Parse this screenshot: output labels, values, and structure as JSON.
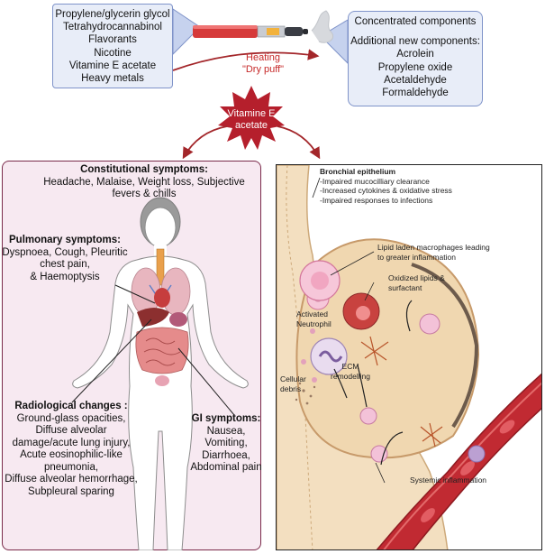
{
  "ingredients": [
    "Propylene/glycerin glycol",
    "Tetrahydrocannabinol",
    "Flavorants",
    "Nicotine",
    "Vitamine E acetate",
    "Heavy metals"
  ],
  "components": {
    "header": "Concentrated components",
    "subheader": "Additional new components:",
    "items": [
      "Acrolein",
      "Propylene oxide",
      "Acetaldehyde",
      "Formaldehyde"
    ]
  },
  "heating": {
    "line1": "Heating",
    "line2": "\"Dry puff\""
  },
  "vitamin_burst": {
    "line1": "Vitamine E",
    "line2": "acetate"
  },
  "constitutional": {
    "title": "Constitutional symptoms:",
    "lines": [
      "Headache, Malaise, Weight loss, Subjective",
      "fevers & chills"
    ]
  },
  "pulmonary": {
    "title": "Pulmonary symptoms:",
    "lines": [
      "Dyspnoea, Cough,  Pleuritic",
      "chest pain,",
      "& Haemoptysis"
    ]
  },
  "radiological": {
    "title": "Radiological changes :",
    "lines": [
      "Ground-glass opacities,",
      "Diffuse alveolar",
      "damage/acute lung injury,",
      "Acute eosinophilic-like",
      "pneumonia,",
      "Diffuse alveolar hemorrhage,",
      "Subpleural sparing"
    ]
  },
  "gi": {
    "title": "GI symptoms:",
    "lines": [
      "Nausea,",
      "Vomiting,",
      "Diarrhoea,",
      "Abdominal pain"
    ]
  },
  "bronchial": {
    "title": "Bronchial epithelium",
    "bullets": [
      "-Impaired mucocilliary clearance",
      "-Increased cytokines & oxidative stress",
      "-Impaired responses to infections"
    ]
  },
  "labels": {
    "lipid_macrophages": [
      "Lipid laden macrophages leading",
      "to greater inflammation"
    ],
    "oxidized_lipids": [
      "Oxidized lipids &",
      "surfactant"
    ],
    "neutrophil": [
      "Activated",
      "Neutrophil"
    ],
    "ecm": [
      "ECM",
      "remodelling"
    ],
    "debris": [
      "Cellular",
      "debris"
    ],
    "systemic": "Systemic inflammation"
  },
  "colors": {
    "box_fill": "#e8edf8",
    "box_border": "#7f93c9",
    "arrow_red": "#a3262a",
    "vessel_red": "#b3202a",
    "panel_pink": "#f7e9f1",
    "alveolus": "#f3dfc0"
  }
}
